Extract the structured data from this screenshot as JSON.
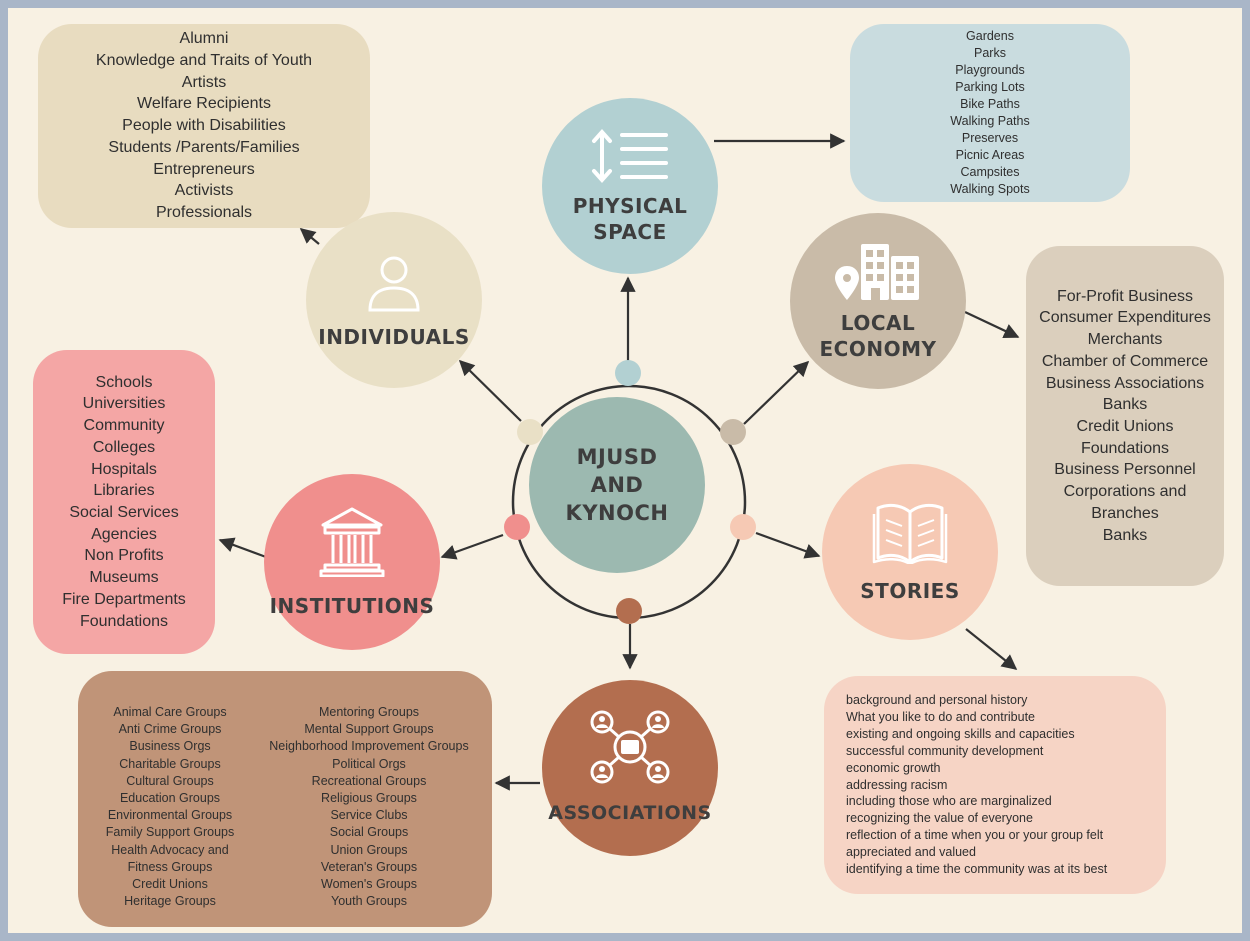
{
  "center": {
    "label": "MJUSD AND KYNOCH"
  },
  "nodes": {
    "individuals": {
      "label": "INDIVIDUALS"
    },
    "physical_space": {
      "label": "PHYSICAL SPACE"
    },
    "local_economy": {
      "label": "LOCAL ECONOMY"
    },
    "stories": {
      "label": "STORIES"
    },
    "associations": {
      "label": "ASSOCIATIONS"
    },
    "institutions": {
      "label": "INSTITUTIONS"
    }
  },
  "lists": {
    "individuals": [
      "Alumni",
      "Knowledge and Traits of Youth",
      "Artists",
      "Welfare Recipients",
      "People with Disabilities",
      "Students /Parents/Families",
      "Entrepreneurs",
      "Activists",
      "Professionals"
    ],
    "physical_space": [
      "Gardens",
      "Parks",
      "Playgrounds",
      "Parking Lots",
      "Bike Paths",
      "Walking Paths",
      "Preserves",
      "Picnic Areas",
      "Campsites",
      "Walking Spots"
    ],
    "local_economy": [
      "For-Profit Business",
      "Consumer Expenditures",
      "Merchants",
      "Chamber of Commerce",
      "Business Associations",
      "Banks",
      "Credit Unions",
      "Foundations",
      "Business Personnel",
      "Corporations and",
      "Branches",
      "Banks"
    ],
    "stories": [
      "background and personal history",
      "What you like to do and contribute",
      "existing and ongoing skills and capacities",
      "successful community development",
      "economic growth",
      "addressing racism",
      "including those who are marginalized",
      "recognizing the value of everyone",
      "reflection of a time when you or your group felt",
      "appreciated and valued",
      "identifying a time the community was at its best"
    ],
    "associations_col1": [
      "Animal Care Groups",
      "Anti Crime Groups",
      "Business Orgs",
      "Charitable Groups",
      "Cultural Groups",
      "Education Groups",
      "Environmental Groups",
      "Family Support Groups",
      "Health Advocacy and",
      "Fitness Groups",
      "Credit Unions",
      "Heritage Groups"
    ],
    "associations_col2": [
      "Mentoring Groups",
      "Mental Support Groups",
      "Neighborhood Improvement Groups",
      "Political Orgs",
      "Recreational Groups",
      "Religious Groups",
      "Service Clubs",
      "Social Groups",
      "Union Groups",
      "Veteran's Groups",
      "Women's Groups",
      "Youth Groups"
    ],
    "institutions": [
      "Schools",
      "Universities",
      "Community",
      "Colleges",
      "Hospitals",
      "Libraries",
      "Social Services",
      "Agencies",
      "Non Profits",
      "Museums",
      "Fire Departments",
      "Foundations"
    ]
  },
  "colors": {
    "individuals": "#e9e0c6",
    "individuals_box": "#e8dcc0",
    "physical_space": "#b2d0d2",
    "physical_space_box": "#c9dcdf",
    "local_economy": "#c9bba8",
    "local_economy_box": "#dbcfbd",
    "stories": "#f6c9b4",
    "stories_box": "#f6d4c5",
    "associations": "#b36e4f",
    "associations_box": "#c09478",
    "institutions": "#f08f8d",
    "institutions_box": "#f4a6a5",
    "center": "#9cb9b0"
  }
}
